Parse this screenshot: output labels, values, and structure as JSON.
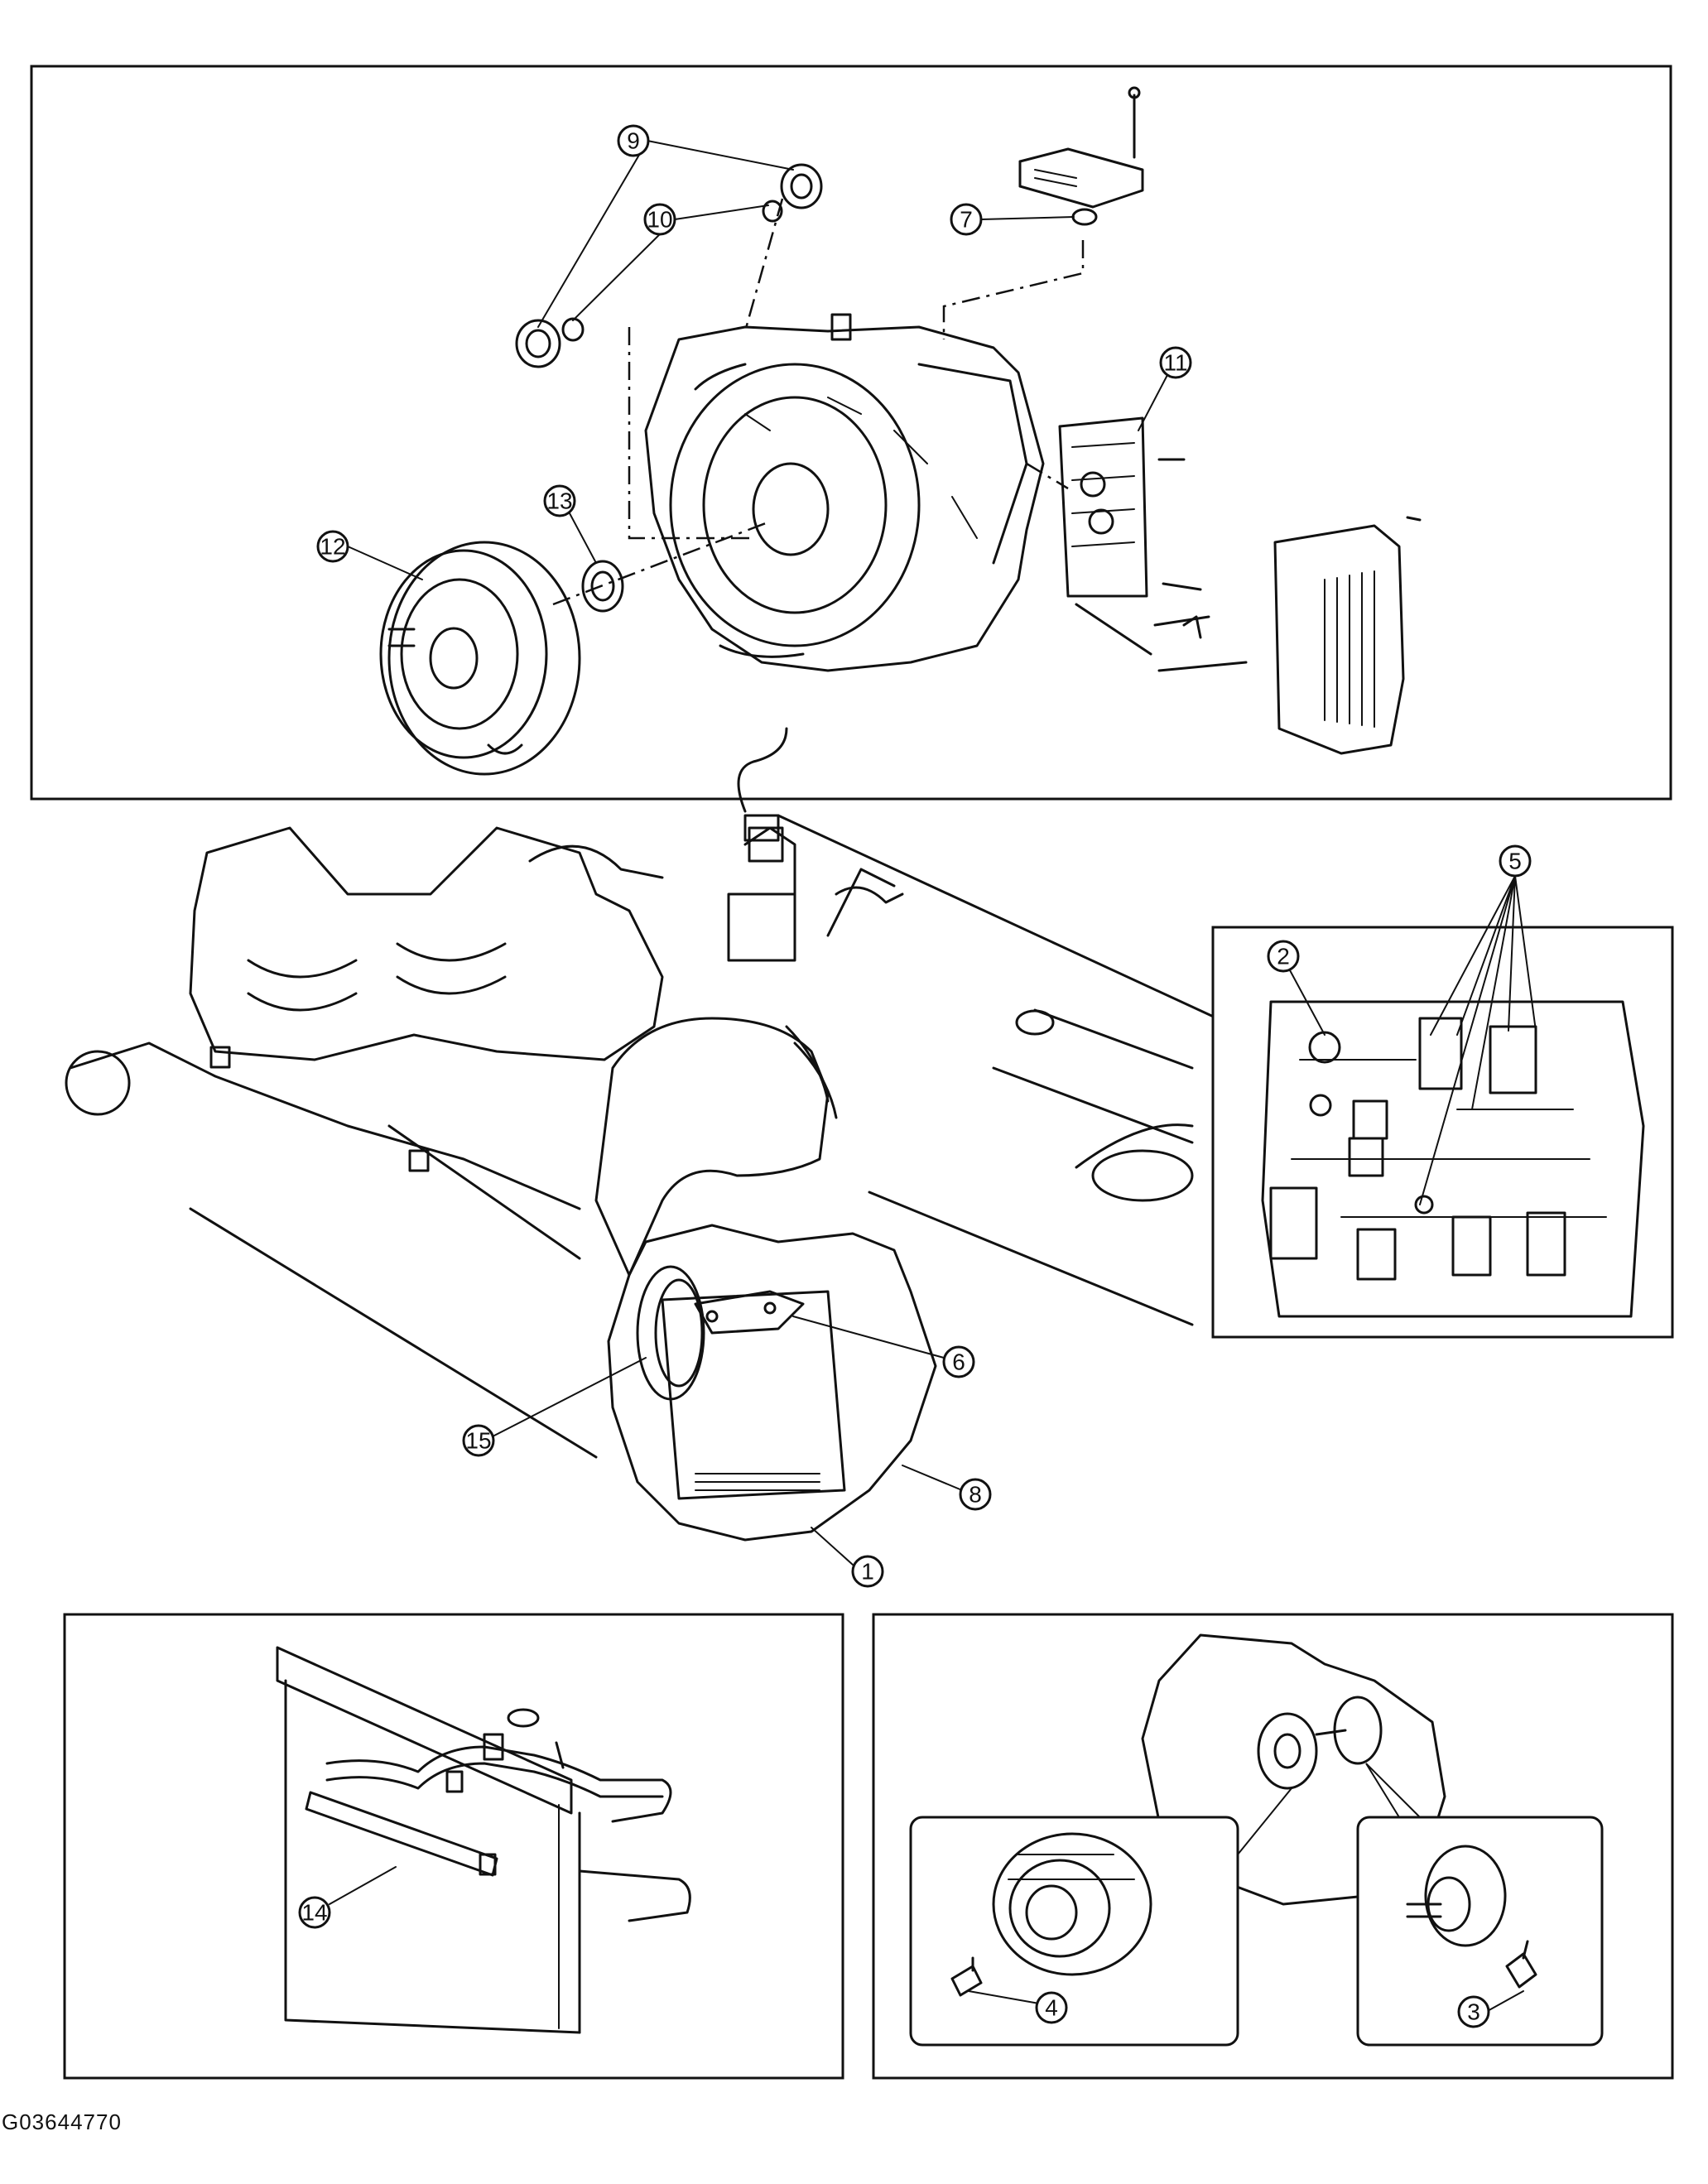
{
  "figure_id": "G03644770",
  "callouts": {
    "c1": "1",
    "c2": "2",
    "c3": "3",
    "c4": "4",
    "c5": "5",
    "c6": "6",
    "c7": "7",
    "c8": "8",
    "c9": "9",
    "c10": "10",
    "c11": "11",
    "c12": "12",
    "c13": "13",
    "c14": "14",
    "c15": "15"
  }
}
